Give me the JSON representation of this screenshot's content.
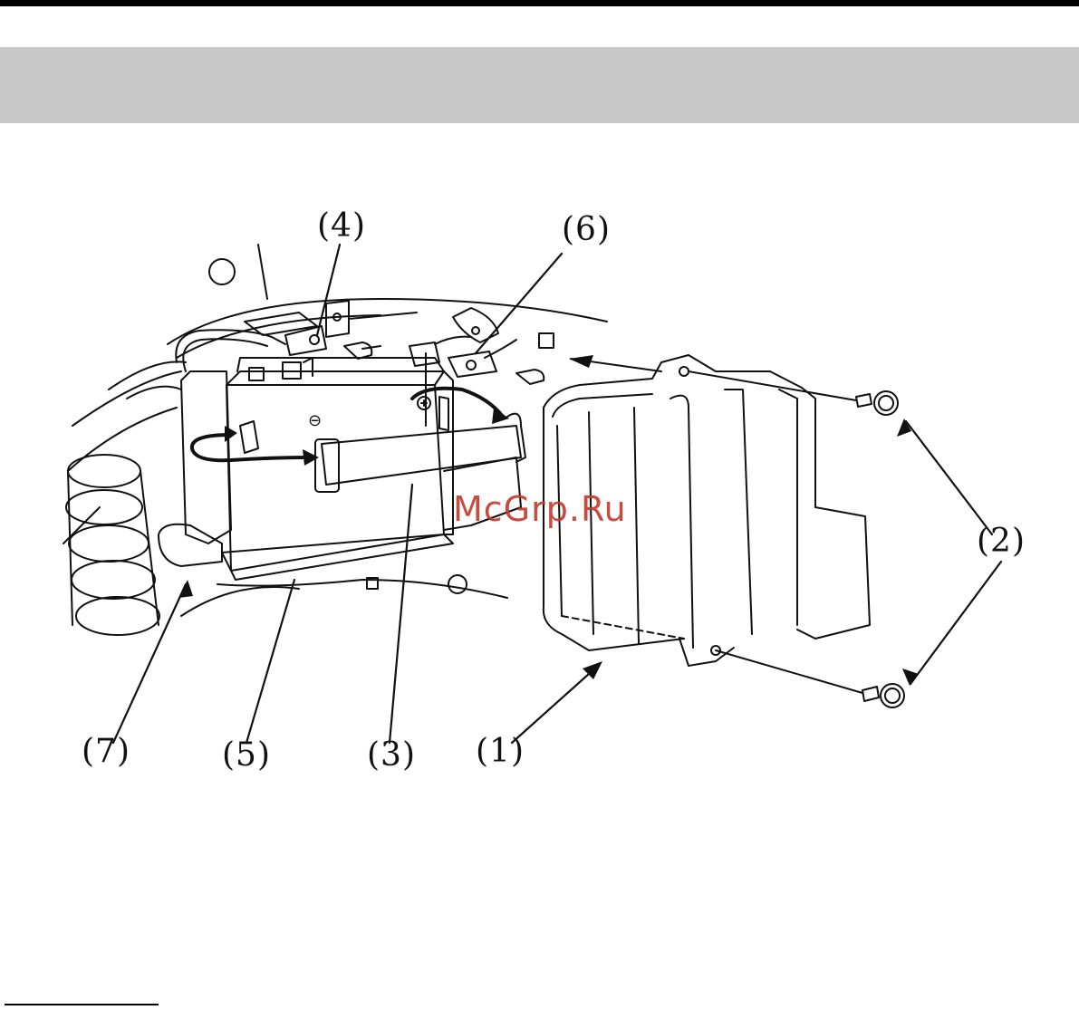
{
  "callouts": {
    "c1": "(1)",
    "c2": "(2)",
    "c3": "(3)",
    "c4": "(4)",
    "c5": "(5)",
    "c6": "(6)",
    "c7": "(7)"
  },
  "watermark": "McGrp.Ru",
  "colors": {
    "header_band": "#c8c8c8",
    "watermark": "#c0392b",
    "line": "#111111"
  }
}
